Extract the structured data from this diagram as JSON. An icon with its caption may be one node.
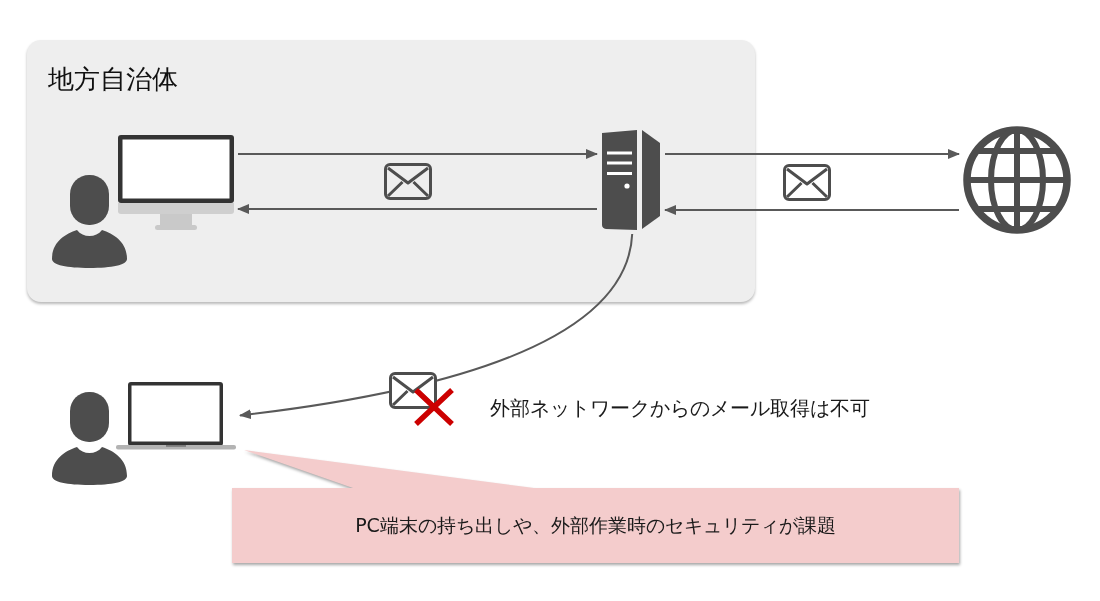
{
  "diagram": {
    "nodes": [
      {
        "text": [
          "地方自治体"
        ]
      },
      {
        "text": [],
        "shape": "picture",
        "in": 0
      },
      {
        "text": [],
        "shape": "picture",
        "in": 0
      },
      {
        "text": [],
        "shape": "picture"
      },
      {
        "text": [],
        "shape": "picture"
      },
      {
        "text": [
          "PC端末の持ち出しや、外部作業時のセキュリティが課題"
        ]
      }
    ],
    "edges": [
      {
        "from": 1,
        "to": 2,
        "arrow": "to"
      },
      {
        "from": 2,
        "to": 1,
        "arrow": "to"
      },
      {
        "from": 2,
        "to": 3,
        "arrow": "to"
      },
      {
        "from": 3,
        "to": 2,
        "arrow": "to"
      },
      {
        "from": 2,
        "to": 4,
        "arrow": "to"
      }
    ],
    "labels": [
      "外部ネットワークからのメール取得は不可"
    ]
  }
}
